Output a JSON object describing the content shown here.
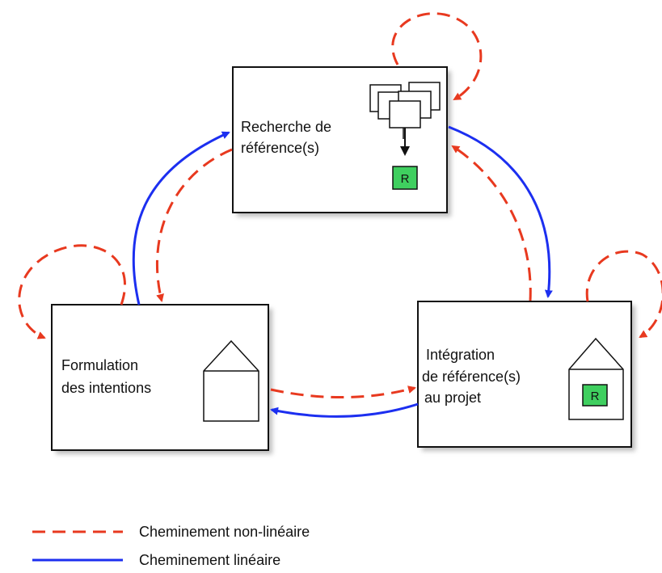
{
  "nodes": {
    "recherche": {
      "line1": "Recherche de",
      "line2": "référence(s)",
      "badge": "R"
    },
    "formulation": {
      "line1": "Formulation",
      "line2": "des intentions"
    },
    "integration": {
      "line1": "Intégration",
      "line2": "de référence(s)",
      "line3": "au projet",
      "badge": "R"
    }
  },
  "legend": {
    "nonlineaire": "Cheminement non-linéaire",
    "lineaire": "Cheminement linéaire"
  },
  "colors": {
    "nonlineaire": "#e8391f",
    "lineaire": "#1c2ff0",
    "badge": "#3fcf5f"
  }
}
